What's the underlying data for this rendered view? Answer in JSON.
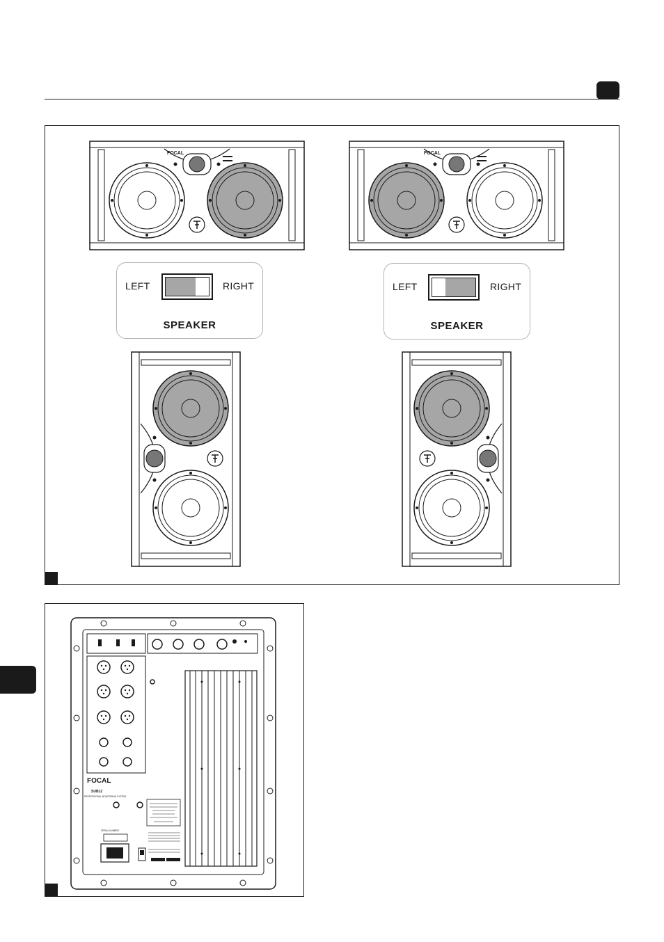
{
  "figures": {
    "speaker_switch": {
      "left_label": "LEFT",
      "right_label": "RIGHT",
      "title": "SPEAKER",
      "positions": [
        "left",
        "right"
      ]
    },
    "brand": "FOCAL",
    "subwoofer": {
      "brand": "FOCAL",
      "model": "SUB12",
      "tagline": "PROFESSIONAL MONITORING SYSTEM",
      "serial_label": "SERIAL NUMBER"
    }
  },
  "colors": {
    "ink": "#1a1a1a",
    "highlight": "#a6a6a6"
  },
  "icons": [
    "focal-logo-icon",
    "tweeter-icon",
    "woofer-icon",
    "xlr-connector-icon",
    "power-socket-icon"
  ]
}
